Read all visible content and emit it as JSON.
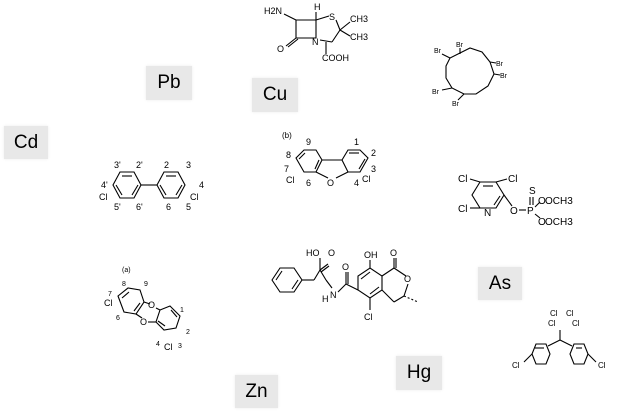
{
  "metals": {
    "pb": "Pb",
    "cu": "Cu",
    "cd": "Cd",
    "as": "As",
    "hg": "Hg",
    "zn": "Zn"
  },
  "penicillin": {
    "amine": "H2N",
    "h": "H",
    "s": "S",
    "ch3_top": "CH3",
    "ch3_bottom": "CH3",
    "o": "O",
    "n": "N",
    "cooh": "COOH"
  },
  "hbcd": {
    "br": "Br"
  },
  "pcb": {
    "p3": "3'",
    "p2": "2'",
    "p4": "4'",
    "p5": "5'",
    "p6": "6'",
    "n2": "2",
    "n3": "3",
    "n4": "4",
    "n5": "5",
    "n6": "6",
    "cl_left": "Cl",
    "cl_right": "Cl"
  },
  "pcdf": {
    "label": "(b)",
    "n1": "1",
    "n2": "2",
    "n3": "3",
    "n4": "4",
    "n6": "6",
    "n7": "7",
    "n8": "8",
    "n9": "9",
    "cl_left": "Cl",
    "cl_right": "Cl",
    "o": "O"
  },
  "chlorpyrifos": {
    "cl": "Cl",
    "n": "N",
    "o": "O",
    "p": "P",
    "s": "S",
    "och3": "OCH3"
  },
  "pcdd": {
    "label": "(a)",
    "n1": "1",
    "n2": "2",
    "n3": "3",
    "n4": "4",
    "n6": "6",
    "n7": "7",
    "n8": "8",
    "n9": "9",
    "cl": "Cl",
    "o": "O"
  },
  "ochratoxin": {
    "ho": "HO",
    "o": "O",
    "oh": "OH",
    "nh": "H",
    "n": "N",
    "cl": "Cl"
  },
  "ddt": {
    "cl": "Cl"
  }
}
